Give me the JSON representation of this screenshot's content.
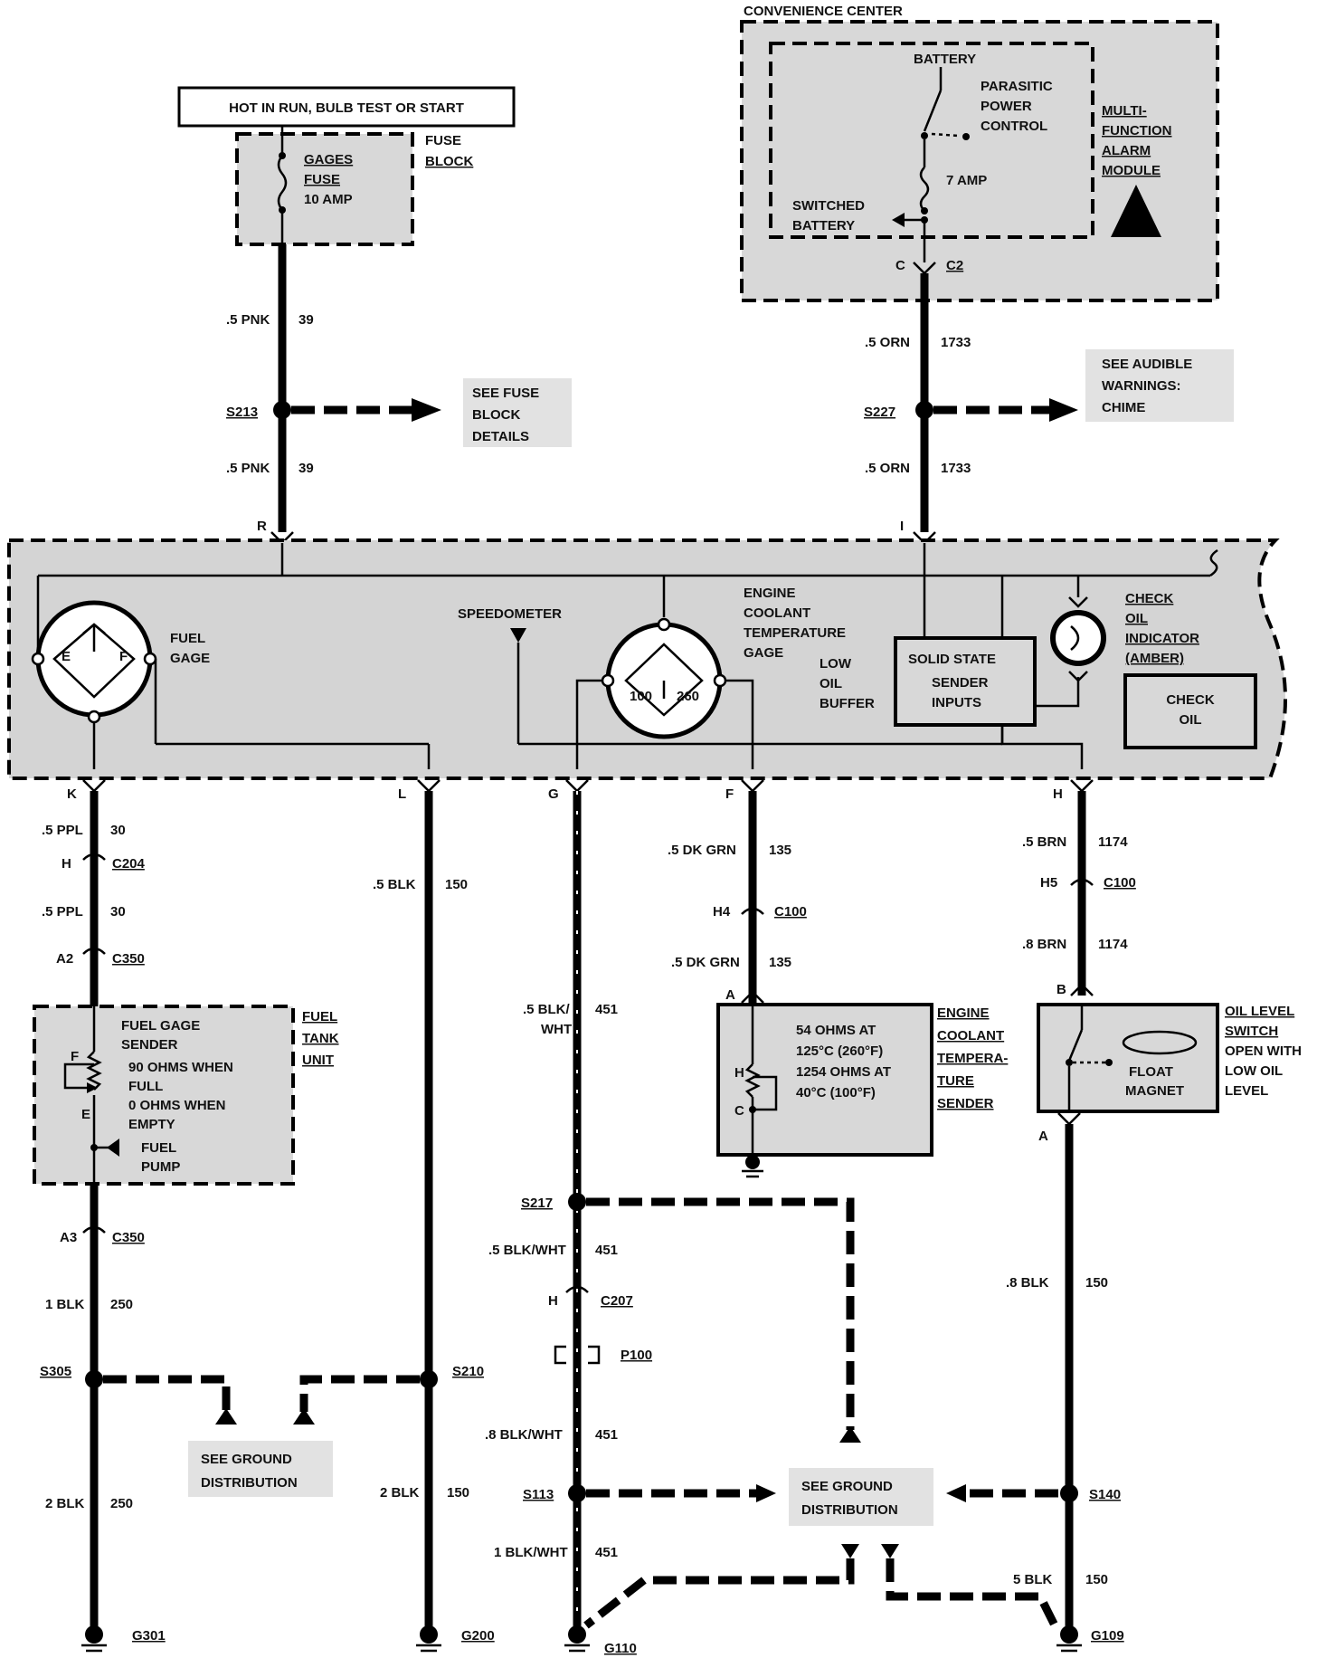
{
  "top_box": "HOT IN RUN, BULB TEST OR START",
  "fuse_block": {
    "fuse": [
      "GAGES",
      "FUSE",
      "10 AMP"
    ],
    "label": [
      "FUSE",
      "BLOCK"
    ]
  },
  "convenience_center": {
    "title": "CONVENIENCE CENTER",
    "battery": "BATTERY",
    "ppc": [
      "PARASITIC",
      "POWER",
      "CONTROL"
    ],
    "amp": "7 AMP",
    "switched": [
      "SWITCHED",
      "BATTERY"
    ],
    "module": [
      "MULTI-",
      "FUNCTION",
      "ALARM",
      "MODULE"
    ],
    "conn_pin": "C",
    "conn": "C2"
  },
  "left_wire": {
    "w1": ".5 PNK",
    "n1": "39",
    "splice": "S213",
    "see": [
      "SEE FUSE",
      "BLOCK",
      "DETAILS"
    ],
    "w2": ".5 PNK",
    "n2": "39",
    "pin": "R"
  },
  "right_wire": {
    "w1": ".5 ORN",
    "n1": "1733",
    "splice": "S227",
    "see": [
      "SEE AUDIBLE",
      "WARNINGS:",
      "CHIME"
    ],
    "w2": ".5 ORN",
    "n2": "1733",
    "pin": "I"
  },
  "cluster": {
    "fuel_gage": [
      "FUEL",
      "GAGE"
    ],
    "e": "E",
    "f": "F",
    "speedometer": "SPEEDOMETER",
    "ect_gage": [
      "ENGINE",
      "COOLANT",
      "TEMPERATURE",
      "GAGE"
    ],
    "t100": "100",
    "t260": "260",
    "low_oil": [
      "LOW",
      "OIL",
      "BUFFER"
    ],
    "solid_state": [
      "SOLID STATE",
      "SENDER",
      "INPUTS"
    ],
    "check_oil_ind": [
      "CHECK",
      "OIL",
      "INDICATOR",
      "(AMBER)"
    ],
    "check_oil": [
      "CHECK",
      "OIL"
    ]
  },
  "col_k": {
    "pin": "K",
    "w1": ".5 PPL",
    "n1": "30",
    "c1p": "H",
    "c1": "C204",
    "w2": ".5 PPL",
    "n2": "30",
    "c2p": "A2",
    "c2": "C350",
    "sender": [
      "FUEL GAGE",
      "SENDER",
      "90 OHMS WHEN",
      "FULL",
      "0 OHMS WHEN",
      "EMPTY"
    ],
    "sf": "F",
    "se": "E",
    "pump": [
      "FUEL",
      "PUMP"
    ],
    "unit": [
      "FUEL",
      "TANK",
      "UNIT"
    ],
    "c3p": "A3",
    "c3": "C350",
    "w3": "1 BLK",
    "n3": "250",
    "splice": "S305",
    "w4": "2 BLK",
    "n4": "250",
    "ground": "G301"
  },
  "col_l": {
    "pin": "L",
    "w1": ".5 BLK",
    "n1": "150",
    "splice": "S210",
    "w2": "2 BLK",
    "n2": "150",
    "ground": "G200"
  },
  "ground_dist_1": [
    "SEE GROUND",
    "DISTRIBUTION"
  ],
  "col_g": {
    "pin": "G",
    "w1": ".5 BLK/",
    "w1b": "WHT",
    "n1": "451",
    "s1": "S217",
    "w2": ".5 BLK/WHT",
    "n2": "451",
    "c1p": "H",
    "c1": "C207",
    "p": "P100",
    "w3": ".8 BLK/WHT",
    "n3": "451",
    "s2": "S113",
    "w4": "1 BLK/WHT",
    "n4": "451",
    "ground": "G110"
  },
  "ground_dist_2": [
    "SEE GROUND",
    "DISTRIBUTION"
  ],
  "col_f": {
    "pin": "F",
    "w1": ".5 DK GRN",
    "n1": "135",
    "c1p": "H4",
    "c1": "C100",
    "w2": ".5 DK GRN",
    "n2": "135",
    "c2p": "A",
    "sender": [
      "54 OHMS AT",
      "125°C (260°F)",
      "1254 OHMS AT",
      "40°C (100°F)"
    ],
    "sh": "H",
    "sc": "C",
    "name": [
      "ENGINE",
      "COOLANT",
      "TEMPERA-",
      "TURE",
      "SENDER"
    ]
  },
  "col_h": {
    "pin": "H",
    "w1": ".5 BRN",
    "n1": "1174",
    "c1p": "H5",
    "c1": "C100",
    "w2": ".8 BRN",
    "n2": "1174",
    "c2p": "B",
    "float": [
      "FLOAT",
      "MAGNET"
    ],
    "name": [
      "OIL LEVEL",
      "SWITCH",
      "OPEN WITH",
      "LOW OIL",
      "LEVEL"
    ],
    "c3p": "A",
    "w3": ".8 BLK",
    "n3": "150",
    "splice": "S140",
    "w4": "5 BLK",
    "n4": "150",
    "ground": "G109"
  }
}
